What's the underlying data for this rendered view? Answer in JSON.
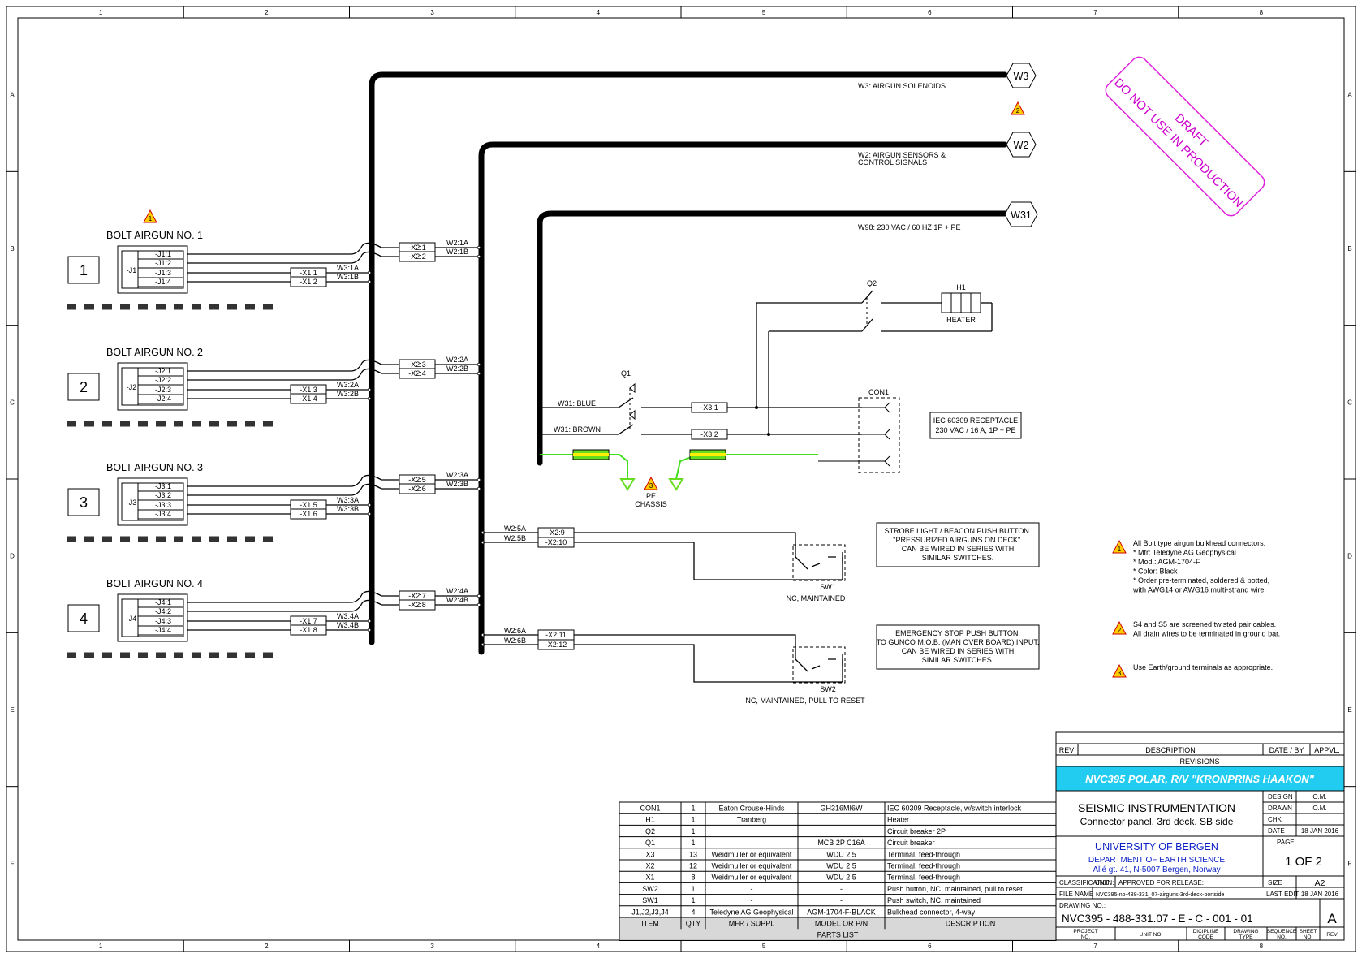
{
  "border": {
    "columns": [
      "1",
      "2",
      "3",
      "4",
      "5",
      "6",
      "7",
      "8"
    ],
    "rows": [
      "A",
      "B",
      "C",
      "D",
      "E",
      "F"
    ]
  },
  "stamp": {
    "line1": "DRAFT",
    "line2": "DO NOT USE IN PRODUCTION"
  },
  "cables": [
    {
      "id": "W3",
      "label": "W3: AIRGUN SOLENOIDS"
    },
    {
      "id": "W2",
      "label": "W2: AIRGUN SENSORS &",
      "label2": "CONTROL SIGNALS"
    },
    {
      "id": "W31",
      "label": "W98: 230 VAC / 60 HZ  1P + PE"
    }
  ],
  "airguns": [
    {
      "title": "BOLT AIRGUN NO. 1",
      "num": "1",
      "conn": "-J1",
      "pins": [
        "-J1:1",
        "-J1:2",
        "-J1:3",
        "-J1:4"
      ],
      "x1": [
        "-X1:1",
        "-X1:2"
      ],
      "w3": [
        "W3:1A",
        "W3:1B"
      ],
      "x2": [
        "-X2:1",
        "-X2:2"
      ],
      "w2": [
        "W2:1A",
        "W2:1B"
      ]
    },
    {
      "title": "BOLT AIRGUN NO. 2",
      "num": "2",
      "conn": "-J2",
      "pins": [
        "-J2:1",
        "-J2:2",
        "-J2:3",
        "-J2:4"
      ],
      "x1": [
        "-X1:3",
        "-X1:4"
      ],
      "w3": [
        "W3:2A",
        "W3:2B"
      ],
      "x2": [
        "-X2:3",
        "-X2:4"
      ],
      "w2": [
        "W2:2A",
        "W2:2B"
      ]
    },
    {
      "title": "BOLT AIRGUN NO. 3",
      "num": "3",
      "conn": "-J3",
      "pins": [
        "-J3:1",
        "-J3:2",
        "-J3:3",
        "-J3:4"
      ],
      "x1": [
        "-X1:5",
        "-X1:6"
      ],
      "w3": [
        "W3:3A",
        "W3:3B"
      ],
      "x2": [
        "-X2:5",
        "-X2:6"
      ],
      "w2": [
        "W2:3A",
        "W2:3B"
      ]
    },
    {
      "title": "BOLT AIRGUN NO. 4",
      "num": "4",
      "conn": "-J4",
      "pins": [
        "-J4:1",
        "-J4:2",
        "-J4:3",
        "-J4:4"
      ],
      "x1": [
        "-X1:7",
        "-X1:8"
      ],
      "w3": [
        "W3:4A",
        "W3:4B"
      ],
      "x2": [
        "-X2:7",
        "-X2:8"
      ],
      "w2": [
        "W2:4A",
        "W2:4B"
      ]
    }
  ],
  "power": {
    "q2": "Q2",
    "h1": "H1",
    "heater": "HEATER",
    "q1": "Q1",
    "blue": "W31: BLUE",
    "brown": "W31: BROWN",
    "x3": [
      "-X3:1",
      "-X3:2"
    ],
    "con1": "CON1",
    "receptacle": [
      "IEC 60309 RECEPTACLE",
      "230 VAC / 16 A, 1P + PE"
    ],
    "pe": [
      "PE",
      "CHASSIS"
    ]
  },
  "switches": [
    {
      "w2": [
        "W2:5A",
        "W2:5B"
      ],
      "x2": [
        "-X2:9",
        "-X2:10"
      ],
      "name": "SW1",
      "caption": "NC, MAINTAINED",
      "note": [
        "STROBE LIGHT / BEACON PUSH BUTTON.",
        "\"PRESSURIZED AIRGUNS ON DECK\".",
        "CAN BE WIRED IN SERIES WITH",
        "SIMILAR SWITCHES."
      ]
    },
    {
      "w2": [
        "W2:6A",
        "W2:6B"
      ],
      "x2": [
        "-X2:11",
        "-X2:12"
      ],
      "name": "SW2",
      "caption": "NC, MAINTAINED, PULL TO RESET",
      "note": [
        "EMERGENCY STOP PUSH BUTTON.",
        "TO GUNCO M.O.B. (MAN OVER BOARD) INPUT.",
        "CAN BE WIRED IN SERIES WITH",
        "SIMILAR SWITCHES."
      ]
    }
  ],
  "notes": [
    {
      "num": "1",
      "lines": [
        "All Bolt type airgun bulkhead connectors:",
        "* Mfr: Teledyne AG Geophysical",
        "* Mod.: AGM-1704-F",
        "* Color: Black",
        "* Order pre-terminated, soldered & potted,",
        "  with AWG14 or AWG16 multi-strand wire."
      ]
    },
    {
      "num": "2",
      "lines": [
        "S4 and S5 are screened twisted pair cables.",
        "All drain wires to be terminated in ground bar."
      ]
    },
    {
      "num": "3",
      "lines": [
        "Use Earth/ground terminals as appropriate."
      ]
    }
  ],
  "parts_list": {
    "rows": [
      [
        "CON1",
        "1",
        "Eaton Crouse-Hinds",
        "GH316MI6W",
        "IEC 60309 Receptacle, w/switch interlock"
      ],
      [
        "H1",
        "1",
        "Tranberg",
        "",
        "Heater"
      ],
      [
        "Q2",
        "1",
        "",
        "",
        "Circuit breaker 2P"
      ],
      [
        "Q1",
        "1",
        "",
        "MCB 2P C16A",
        "Circuit breaker"
      ],
      [
        "X3",
        "13",
        "Weidmuller or equivalent",
        "WDU 2.5",
        "Terminal, feed-through"
      ],
      [
        "X2",
        "12",
        "Weidmuller or equivalent",
        "WDU 2.5",
        "Terminal, feed-through"
      ],
      [
        "X1",
        "8",
        "Weidmuller or equivalent",
        "WDU 2.5",
        "Terminal, feed-through"
      ],
      [
        "SW2",
        "1",
        "-",
        "-",
        "Push button, NC, maintained, pull to reset"
      ],
      [
        "SW1",
        "1",
        "-",
        "-",
        "Push switch, NC, maintained"
      ],
      [
        "J1,J2,J3,J4",
        "4",
        "Teledyne AG Geophysical",
        "AGM-1704-F-BLACK",
        "Bulkhead connector, 4-way"
      ]
    ],
    "headers": [
      "ITEM",
      "QTY",
      "MFR / SUPPL",
      "MODEL OR P/N",
      "DESCRIPTION"
    ],
    "footer": "PARTS LIST"
  },
  "title_block": {
    "rev_headers": [
      "REV",
      "DESCRIPTION",
      "DATE / BY",
      "APPVL."
    ],
    "revisions": "REVISIONS",
    "project": "NVC395 POLAR, R/V \"KRONPRINS HAAKON\"",
    "title": "SEISMIC INSTRUMENTATION",
    "subtitle": "Connector panel, 3rd deck, SB side",
    "design_label": "DESIGN",
    "design_val": "O.M.",
    "drawn_label": "DRAWN",
    "drawn_val": "O.M.",
    "chk_label": "CHK",
    "date_label": "DATE",
    "date_val": "18 JAN 2016",
    "org": "UNIVERSITY OF BERGEN",
    "dept": "DEPARTMENT OF EARTH SCIENCE",
    "addr": "Allé gt. 41, N-5007 Bergen, Norway",
    "page_label": "PAGE",
    "page": "1 OF 2",
    "class_label": "CLASSIFICATION:",
    "class_val": "UNC",
    "approved_label": "APPROVED FOR RELEASE:",
    "size_label": "SIZE",
    "size_val": "A2",
    "file_label": "FILE NAME",
    "file_val": "NVC395-no-488-331_07-airguns-3rd-deck-portside",
    "edit_label": "LAST EDIT",
    "edit_val": "18 JAN 2016",
    "drawing_label": "DRAWING NO.:",
    "drawing_no": "NVC395 - 488-331.07 -  E  -  C  - 001 - 01",
    "rev": "A",
    "foot": [
      "PROJECT NO.",
      "UNIT NO.",
      "DICIPLINE CODE",
      "DRAWING TYPE",
      "SEQUENCE NO.",
      "SHEET NO.",
      "REV"
    ]
  }
}
